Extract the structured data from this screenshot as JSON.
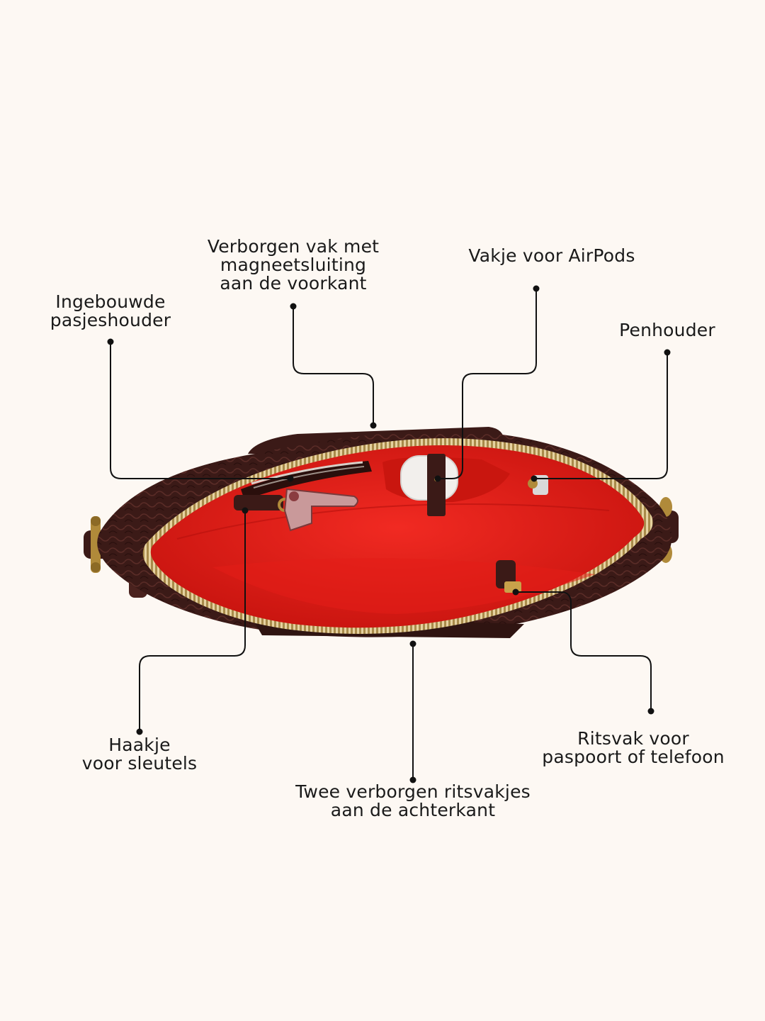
{
  "colors": {
    "background": "#FDF8F3",
    "leather": "#3B1A17",
    "lining": "#E3231C",
    "hardware": "#B08A3A",
    "callout_line": "#111111"
  },
  "callouts": {
    "card_holder": {
      "lines": [
        "Ingebouwde",
        "pasjeshouder"
      ]
    },
    "magnetic_pocket": {
      "lines": [
        "Verborgen vak met",
        "magneetsluiting",
        "aan de voorkant"
      ]
    },
    "airpods_pocket": {
      "lines": [
        "Vakje voor AirPods"
      ]
    },
    "pen_holder": {
      "lines": [
        "Penhouder"
      ]
    },
    "key_hook": {
      "lines": [
        "Haakje",
        "voor sleutels"
      ]
    },
    "back_zip_pockets": {
      "lines": [
        "Twee verborgen ritsvakjes",
        "aan de achterkant"
      ]
    },
    "zip_pocket": {
      "lines": [
        "Ritsvak voor",
        "paspoort of telefoon"
      ]
    }
  }
}
